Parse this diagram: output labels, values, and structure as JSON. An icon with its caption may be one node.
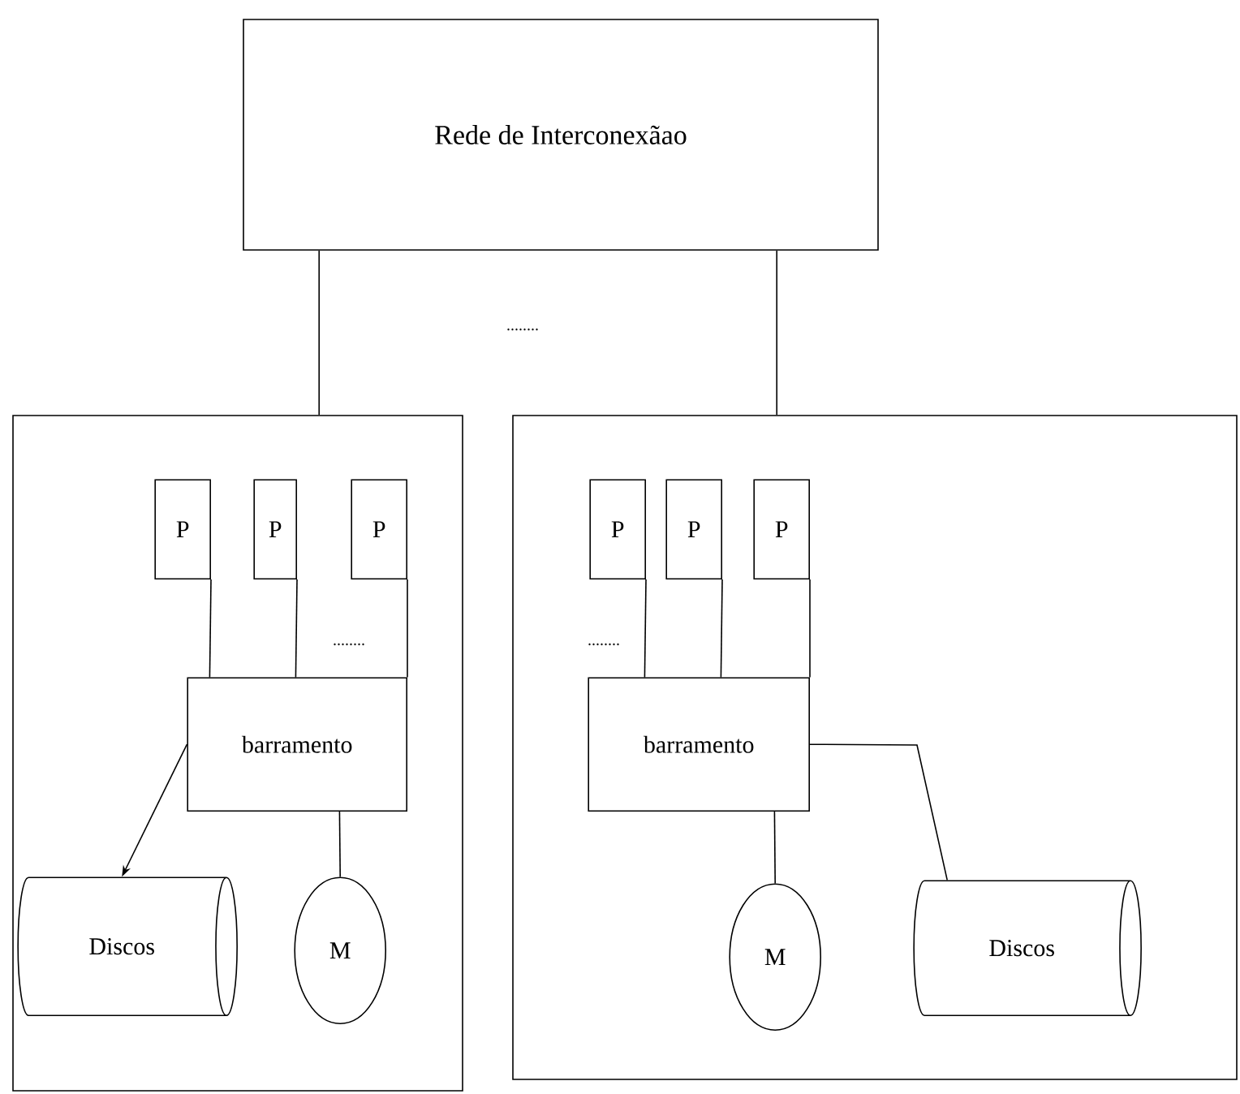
{
  "diagram": {
    "nodes": [
      {
        "text": [
          "Rede de Interconexãao"
        ]
      },
      {
        "text": [],
        "shape": "box"
      },
      {
        "text": [],
        "shape": "box"
      },
      {
        "text": [
          "P"
        ],
        "in": 1
      },
      {
        "text": [
          "P"
        ],
        "in": 1
      },
      {
        "text": [
          "P"
        ],
        "in": 1
      },
      {
        "text": [
          "barramento"
        ],
        "in": 1
      },
      {
        "text": [
          "Discos"
        ],
        "in": 1
      },
      {
        "text": [
          "M"
        ],
        "in": 1
      },
      {
        "text": [
          "P"
        ],
        "in": 2
      },
      {
        "text": [
          "P"
        ],
        "in": 2
      },
      {
        "text": [
          "P"
        ],
        "in": 2
      },
      {
        "text": [
          "barramento"
        ],
        "in": 2
      },
      {
        "text": [
          "M"
        ],
        "in": 2
      },
      {
        "text": [
          "Discos"
        ],
        "in": 2
      }
    ],
    "edges": [
      {
        "from": 0,
        "to": 1,
        "arrow": "none"
      },
      {
        "from": 0,
        "to": 2,
        "arrow": "none"
      },
      {
        "from": 3,
        "to": 6,
        "arrow": "none"
      },
      {
        "from": 4,
        "to": 6,
        "arrow": "none"
      },
      {
        "from": 5,
        "to": 6,
        "arrow": "none"
      },
      {
        "from": 6,
        "to": 7,
        "arrow": "to"
      },
      {
        "from": 6,
        "to": 8,
        "arrow": "none"
      },
      {
        "from": 9,
        "to": 12,
        "arrow": "none"
      },
      {
        "from": 10,
        "to": 12,
        "arrow": "none"
      },
      {
        "from": 11,
        "to": 12,
        "arrow": "none"
      },
      {
        "from": 12,
        "to": 13,
        "arrow": "none"
      },
      {
        "from": 12,
        "to": 14,
        "arrow": "none"
      }
    ],
    "labels": [
      "........",
      "........",
      "........"
    ]
  }
}
